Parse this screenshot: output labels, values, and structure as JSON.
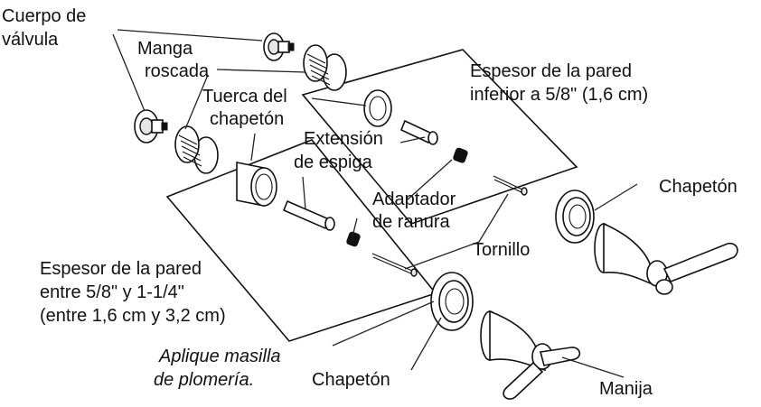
{
  "labels": {
    "cuerpo_de_valvula": [
      "Cuerpo de",
      "válvula"
    ],
    "manga_roscada": [
      "Manga",
      "roscada"
    ],
    "tuerca_del_chapeton": [
      "Tuerca del",
      "chapetón"
    ],
    "extension_de_espiga": [
      "Extensión",
      "de espiga"
    ],
    "adaptador_de_ranura": [
      "Adaptador",
      "de ranura"
    ],
    "tornillo": "Tornillo",
    "chapeton_right": "Chapetón",
    "chapeton_bottom": "Chapetón",
    "manija": "Manija",
    "aplique_masilla": [
      "Aplique masilla",
      "de plomería."
    ],
    "espesor_inferior": [
      "Espesor de la pared",
      "inferior a 5/8\" (1,6 cm)"
    ],
    "espesor_entre": [
      "Espesor de la pared",
      "entre 5/8\" y 1-1/4\"",
      "(entre 1,6 cm y 3,2 cm)"
    ]
  }
}
